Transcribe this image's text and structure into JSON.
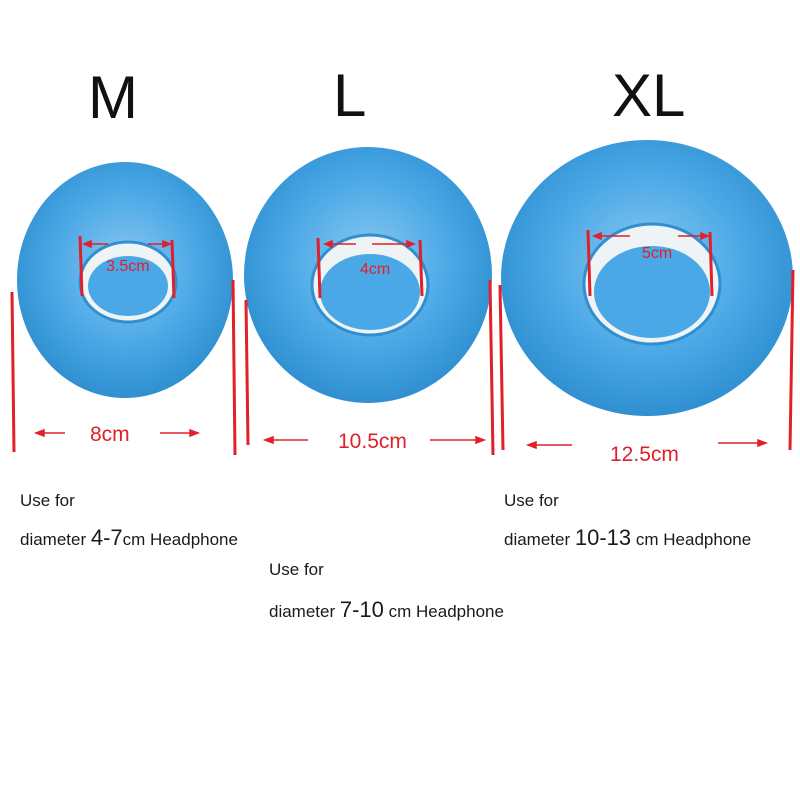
{
  "sizes": [
    {
      "label": "M",
      "outer": "8cm",
      "inner": "3.5cm",
      "usage_line1": "Use for",
      "usage_prefix": "diameter ",
      "usage_range": "4-7",
      "usage_suffix": "cm Headphone"
    },
    {
      "label": "L",
      "outer": "10.5cm",
      "inner": "4cm",
      "usage_line1": "Use for",
      "usage_prefix": "diameter ",
      "usage_range": "7-10",
      "usage_suffix": " cm Headphone"
    },
    {
      "label": "XL",
      "outer": "12.5cm",
      "inner": "5cm",
      "usage_line1": "Use for",
      "usage_prefix": "diameter ",
      "usage_range": "10-13",
      "usage_suffix": " cm Headphone"
    }
  ],
  "colors": {
    "cover": "#4aa8e6",
    "cover_dark": "#2f8fd0",
    "cover_light": "#8cc9f0",
    "elastic": "#eef3f6",
    "marker": "#e0202a"
  }
}
